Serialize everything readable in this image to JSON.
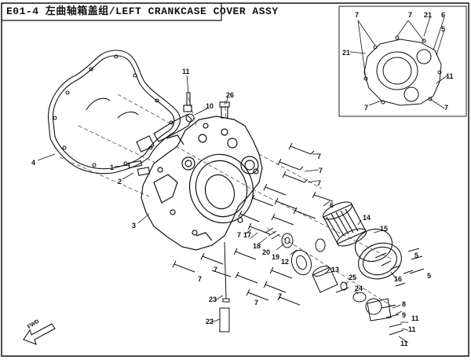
{
  "title": "E01-4 左曲轴箱盖组/LEFT CRANKCASE COVER ASSY",
  "direction_label": "FWD",
  "callouts": [
    {
      "id": "c4",
      "text": "4"
    },
    {
      "id": "c1",
      "text": "1"
    },
    {
      "id": "c2",
      "text": "2"
    },
    {
      "id": "c3",
      "text": "3"
    },
    {
      "id": "c11a",
      "text": "11"
    },
    {
      "id": "c10",
      "text": "10"
    },
    {
      "id": "c26",
      "text": "26"
    },
    {
      "id": "c7a",
      "text": "7"
    },
    {
      "id": "c7b",
      "text": "7"
    },
    {
      "id": "c7c",
      "text": "7"
    },
    {
      "id": "c6",
      "text": "6"
    },
    {
      "id": "c14",
      "text": "14"
    },
    {
      "id": "c15",
      "text": "15"
    },
    {
      "id": "c7d",
      "text": "7"
    },
    {
      "id": "c17",
      "text": "17"
    },
    {
      "id": "c18",
      "text": "18"
    },
    {
      "id": "c19",
      "text": "19"
    },
    {
      "id": "c20",
      "text": "20"
    },
    {
      "id": "c12",
      "text": "12"
    },
    {
      "id": "c5a",
      "text": "5"
    },
    {
      "id": "c5b",
      "text": "5"
    },
    {
      "id": "c16",
      "text": "16"
    },
    {
      "id": "c7e",
      "text": "7"
    },
    {
      "id": "c7f",
      "text": "7"
    },
    {
      "id": "c7g",
      "text": "7"
    },
    {
      "id": "c13",
      "text": "13"
    },
    {
      "id": "c25",
      "text": "25"
    },
    {
      "id": "c24",
      "text": "24"
    },
    {
      "id": "c8",
      "text": "8"
    },
    {
      "id": "c9",
      "text": "9"
    },
    {
      "id": "c11b",
      "text": "11"
    },
    {
      "id": "c11c",
      "text": "11"
    },
    {
      "id": "c11d",
      "text": "11"
    },
    {
      "id": "c7h",
      "text": "7"
    },
    {
      "id": "c23",
      "text": "23"
    },
    {
      "id": "c22",
      "text": "22"
    },
    {
      "id": "i7a",
      "text": "7"
    },
    {
      "id": "i7b",
      "text": "7"
    },
    {
      "id": "i21a",
      "text": "21"
    },
    {
      "id": "i6",
      "text": "6"
    },
    {
      "id": "i5",
      "text": "5"
    },
    {
      "id": "i21b",
      "text": "21"
    },
    {
      "id": "i11",
      "text": "11"
    },
    {
      "id": "i7c",
      "text": "7"
    },
    {
      "id": "i7d",
      "text": "7"
    }
  ]
}
